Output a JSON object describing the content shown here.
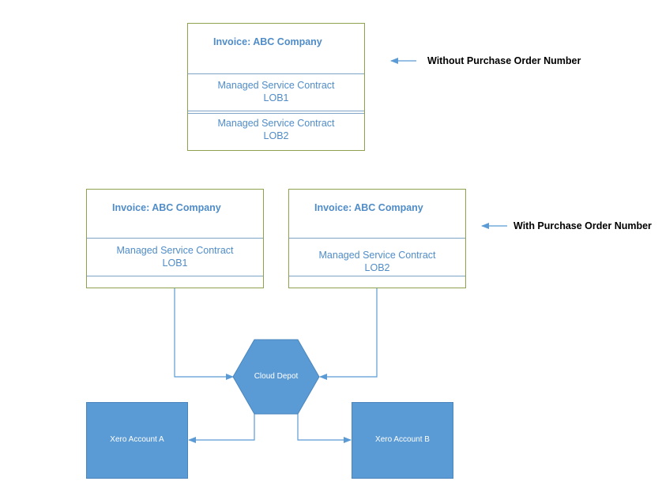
{
  "colors": {
    "box_border": "#8da14f",
    "text_blue": "#4f8cc8",
    "shape_fill": "#5b9bd5",
    "connector": "#5b9bd5"
  },
  "without_po": {
    "invoice": {
      "title": "Invoice: ABC Company",
      "lines": [
        {
          "line1": "Managed Service Contract",
          "line2": "LOB1"
        },
        {
          "line1": "Managed Service Contract",
          "line2": "LOB2"
        }
      ]
    },
    "note": "Without Purchase Order Number"
  },
  "with_po": {
    "invoices": [
      {
        "title": "Invoice: ABC Company",
        "line1": "Managed Service Contract",
        "line2": "LOB1"
      },
      {
        "title": "Invoice: ABC Company",
        "line1": "Managed Service Contract",
        "line2": "LOB2"
      }
    ],
    "note": "With Purchase Order Number"
  },
  "hub": {
    "label": "Cloud Depot"
  },
  "accounts": [
    {
      "label": "Xero Account A"
    },
    {
      "label": "Xero Account B"
    }
  ]
}
